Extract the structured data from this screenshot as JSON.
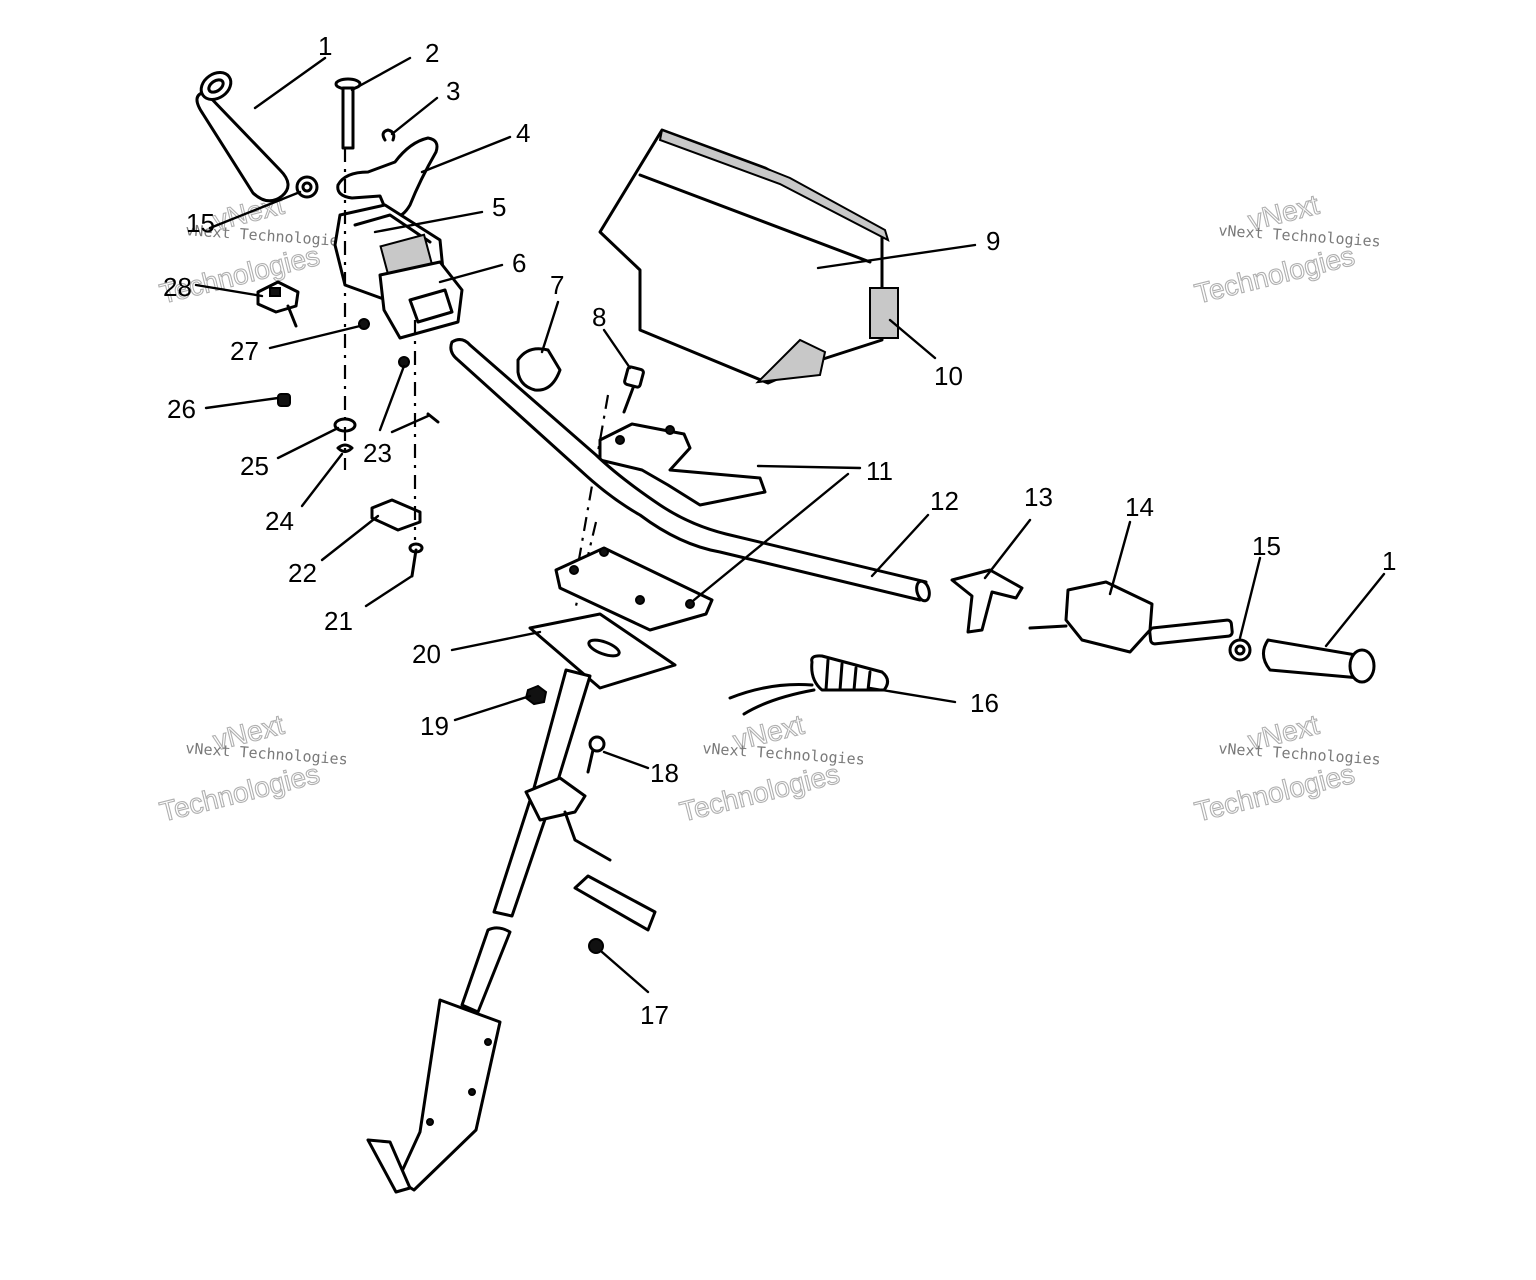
{
  "callouts": [
    {
      "id": "1a",
      "label": "1"
    },
    {
      "id": "2",
      "label": "2"
    },
    {
      "id": "3",
      "label": "3"
    },
    {
      "id": "4",
      "label": "4"
    },
    {
      "id": "5",
      "label": "5"
    },
    {
      "id": "6",
      "label": "6"
    },
    {
      "id": "7",
      "label": "7"
    },
    {
      "id": "8",
      "label": "8"
    },
    {
      "id": "9",
      "label": "9"
    },
    {
      "id": "10",
      "label": "10"
    },
    {
      "id": "11",
      "label": "11"
    },
    {
      "id": "12",
      "label": "12"
    },
    {
      "id": "13",
      "label": "13"
    },
    {
      "id": "14",
      "label": "14"
    },
    {
      "id": "15a",
      "label": "15"
    },
    {
      "id": "15b",
      "label": "15"
    },
    {
      "id": "1b",
      "label": "1"
    },
    {
      "id": "16",
      "label": "16"
    },
    {
      "id": "17",
      "label": "17"
    },
    {
      "id": "18",
      "label": "18"
    },
    {
      "id": "19",
      "label": "19"
    },
    {
      "id": "20",
      "label": "20"
    },
    {
      "id": "21",
      "label": "21"
    },
    {
      "id": "22",
      "label": "22"
    },
    {
      "id": "23",
      "label": "23"
    },
    {
      "id": "24",
      "label": "24"
    },
    {
      "id": "25",
      "label": "25"
    },
    {
      "id": "26",
      "label": "26"
    },
    {
      "id": "27",
      "label": "27"
    },
    {
      "id": "28",
      "label": "28"
    }
  ],
  "watermark": {
    "company": "vNext Technologies",
    "line1": "vNext",
    "line2": "Technologies"
  }
}
